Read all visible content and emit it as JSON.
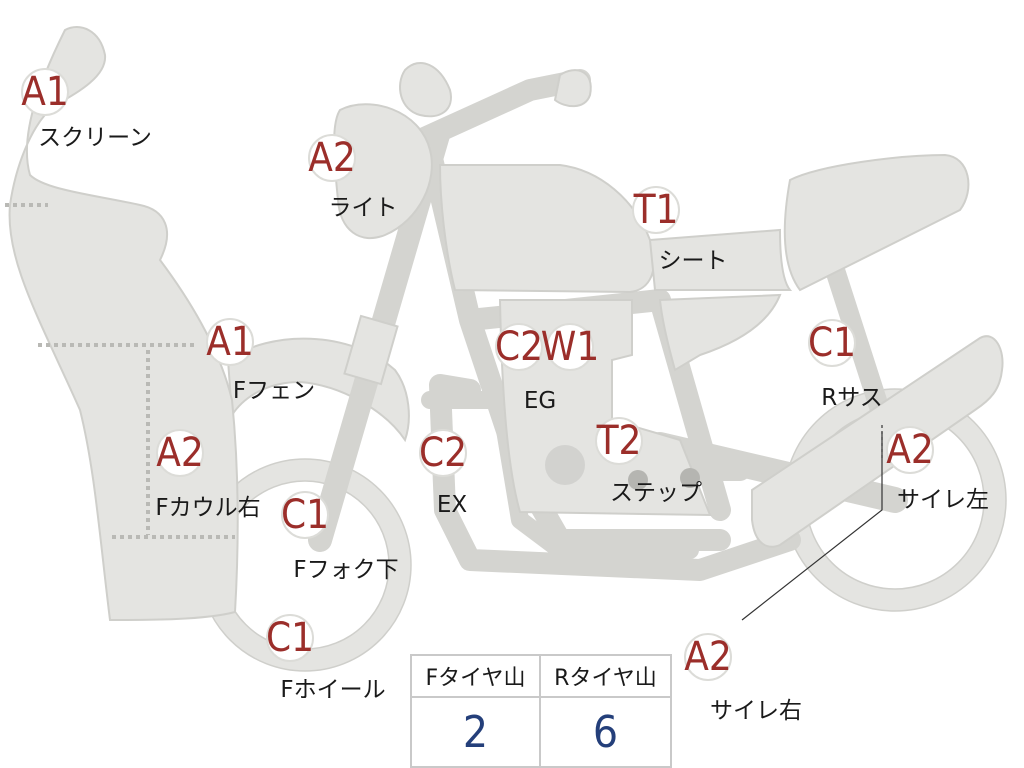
{
  "parts": [
    {
      "id": "screen",
      "code": "A1",
      "label": "スクリーン"
    },
    {
      "id": "light",
      "code": "A2",
      "label": "ライト"
    },
    {
      "id": "seat",
      "code": "T1",
      "label": "シート"
    },
    {
      "id": "f-fender",
      "code": "A1",
      "label": "Fフェン"
    },
    {
      "id": "eg",
      "code": "C2",
      "label": "EG"
    },
    {
      "id": "eg-w",
      "code": "W1",
      "label": ""
    },
    {
      "id": "r-sus",
      "code": "C1",
      "label": "Rサス"
    },
    {
      "id": "f-cowl-right",
      "code": "A2",
      "label": "Fカウル右"
    },
    {
      "id": "ex",
      "code": "C2",
      "label": "EX"
    },
    {
      "id": "step",
      "code": "T2",
      "label": "ステップ"
    },
    {
      "id": "silencer-left",
      "code": "A2",
      "label": "サイレ左"
    },
    {
      "id": "f-fork-lower",
      "code": "C1",
      "label": "Fフォク下"
    },
    {
      "id": "f-wheel",
      "code": "C1",
      "label": "Fホイール"
    },
    {
      "id": "silencer-right",
      "code": "A2",
      "label": "サイレ右"
    }
  ],
  "tire_table": {
    "headers": [
      "Fタイヤ山",
      "Rタイヤ山"
    ],
    "values": [
      "2",
      "6"
    ]
  },
  "colors": {
    "bike_fill": "#e4e4e1",
    "code_text": "#9b2e2a",
    "value_text": "#243f7a"
  }
}
